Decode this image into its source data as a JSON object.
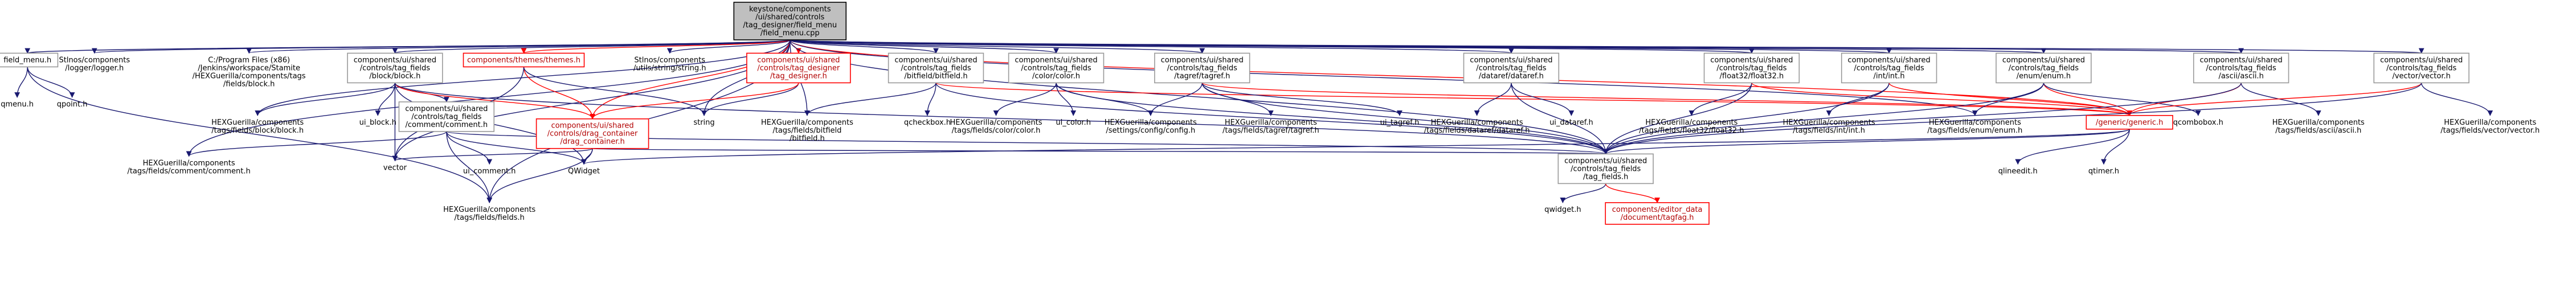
{
  "diagram": {
    "root": "keystone/components/ui/shared/controls/tag_designer/field_menu/field_menu.cpp",
    "nodes": [
      {
        "id": "root",
        "lines": [
          "keystone/components",
          "/ui/shared/controls",
          "/tag_designer/field_menu",
          "/field_menu.cpp"
        ],
        "style": "root"
      },
      {
        "id": "field_menu_h",
        "lines": [
          "field_menu.h"
        ],
        "style": "normal"
      },
      {
        "id": "logger",
        "lines": [
          "Stlnos/components",
          "/logger/logger.h"
        ],
        "style": "plain"
      },
      {
        "id": "cprog_block",
        "lines": [
          "C:/Program Files (x86)",
          "/Jenkins/workspace/Stamite",
          "/HEXGuerilla/components/tags",
          "/fields/block.h"
        ],
        "style": "plain"
      },
      {
        "id": "block_cpp",
        "lines": [
          "components/ui/shared",
          "/controls/tag_fields",
          "/block/block.h"
        ],
        "style": "normal"
      },
      {
        "id": "themes",
        "lines": [
          "components/themes/themes.h"
        ],
        "style": "red"
      },
      {
        "id": "string_util",
        "lines": [
          "Stlnos/components",
          "/utils/string/string.h"
        ],
        "style": "plain"
      },
      {
        "id": "tag_designer",
        "lines": [
          "components/ui/shared",
          "/controls/tag_designer",
          "/tag_designer.h"
        ],
        "style": "red"
      },
      {
        "id": "bitfield",
        "lines": [
          "components/ui/shared",
          "/controls/tag_fields",
          "/bitfield/bitfield.h"
        ],
        "style": "normal"
      },
      {
        "id": "color",
        "lines": [
          "components/ui/shared",
          "/controls/tag_fields",
          "/color/color.h"
        ],
        "style": "normal"
      },
      {
        "id": "tagref",
        "lines": [
          "components/ui/shared",
          "/controls/tag_fields",
          "/tagref/tagref.h"
        ],
        "style": "normal"
      },
      {
        "id": "dataref",
        "lines": [
          "components/ui/shared",
          "/controls/tag_fields",
          "/dataref/dataref.h"
        ],
        "style": "normal"
      },
      {
        "id": "float32",
        "lines": [
          "components/ui/shared",
          "/controls/tag_fields",
          "/float32/float32.h"
        ],
        "style": "normal"
      },
      {
        "id": "int",
        "lines": [
          "components/ui/shared",
          "/controls/tag_fields",
          "/int/int.h"
        ],
        "style": "normal"
      },
      {
        "id": "enum",
        "lines": [
          "components/ui/shared",
          "/controls/tag_fields",
          "/enum/enum.h"
        ],
        "style": "normal"
      },
      {
        "id": "ascii",
        "lines": [
          "components/ui/shared",
          "/controls/tag_fields",
          "/ascii/ascii.h"
        ],
        "style": "normal"
      },
      {
        "id": "vector_ui",
        "lines": [
          "components/ui/shared",
          "/controls/tag_fields",
          "/vector/vector.h"
        ],
        "style": "normal"
      },
      {
        "id": "qmenu",
        "lines": [
          "qmenu.h"
        ],
        "style": "plain"
      },
      {
        "id": "qpoint",
        "lines": [
          "qpoint.h"
        ],
        "style": "plain"
      },
      {
        "id": "hex_block",
        "lines": [
          "HEXGuerilla/components",
          "/tags/fields/block/block.h"
        ],
        "style": "plain"
      },
      {
        "id": "ui_block",
        "lines": [
          "ui_block.h"
        ],
        "style": "plain"
      },
      {
        "id": "comment",
        "lines": [
          "components/ui/shared",
          "/controls/tag_fields",
          "/comment/comment.h"
        ],
        "style": "normal"
      },
      {
        "id": "drag_container",
        "lines": [
          "components/ui/shared",
          "/controls/drag_container",
          "/drag_container.h"
        ],
        "style": "red"
      },
      {
        "id": "string",
        "lines": [
          "string"
        ],
        "style": "plain"
      },
      {
        "id": "hex_bitfield",
        "lines": [
          "HEXGuerilla/components",
          "/tags/fields/bitfield",
          "/bitfield.h"
        ],
        "style": "plain"
      },
      {
        "id": "qcheckbox",
        "lines": [
          "qcheckbox.h"
        ],
        "style": "plain"
      },
      {
        "id": "hex_color",
        "lines": [
          "HEXGuerilla/components",
          "/tags/fields/color/color.h"
        ],
        "style": "plain"
      },
      {
        "id": "ui_color",
        "lines": [
          "ui_color.h"
        ],
        "style": "plain"
      },
      {
        "id": "config",
        "lines": [
          "HEXGuerilla/components",
          "/settings/config/config.h"
        ],
        "style": "plain"
      },
      {
        "id": "hex_tagref",
        "lines": [
          "HEXGuerilla/components",
          "/tags/fields/tagref/tagref.h"
        ],
        "style": "plain"
      },
      {
        "id": "ui_tagref",
        "lines": [
          "ui_tagref.h"
        ],
        "style": "plain"
      },
      {
        "id": "hex_dataref",
        "lines": [
          "HEXGuerilla/components",
          "/tags/fields/dataref/dataref.h"
        ],
        "style": "plain"
      },
      {
        "id": "ui_dataref",
        "lines": [
          "ui_dataref.h"
        ],
        "style": "plain"
      },
      {
        "id": "hex_float32",
        "lines": [
          "HEXGuerilla/components",
          "/tags/fields/float32/float32.h"
        ],
        "style": "plain"
      },
      {
        "id": "hex_int",
        "lines": [
          "HEXGuerilla/components",
          "/tags/fields/int/int.h"
        ],
        "style": "plain"
      },
      {
        "id": "hex_enum",
        "lines": [
          "HEXGuerilla/components",
          "/tags/fields/enum/enum.h"
        ],
        "style": "plain"
      },
      {
        "id": "generic",
        "lines": [
          "/generic/generic.h"
        ],
        "style": "red"
      },
      {
        "id": "qcombobox",
        "lines": [
          "qcombobox.h"
        ],
        "style": "plain"
      },
      {
        "id": "hex_ascii",
        "lines": [
          "HEXGuerilla/components",
          "/tags/fields/ascii/ascii.h"
        ],
        "style": "plain"
      },
      {
        "id": "hex_vector",
        "lines": [
          "HEXGuerilla/components",
          "/tags/fields/vector/vector.h"
        ],
        "style": "plain"
      },
      {
        "id": "hex_comment",
        "lines": [
          "HEXGuerilla/components",
          "/tags/fields/comment/comment.h"
        ],
        "style": "plain"
      },
      {
        "id": "vector",
        "lines": [
          "vector"
        ],
        "style": "plain"
      },
      {
        "id": "ui_comment",
        "lines": [
          "ui_comment.h"
        ],
        "style": "plain"
      },
      {
        "id": "qwidget",
        "lines": [
          "QWidget"
        ],
        "style": "plain"
      },
      {
        "id": "tag_fields",
        "lines": [
          "components/ui/shared",
          "/controls/tag_fields",
          "/tag_fields.h"
        ],
        "style": "normal"
      },
      {
        "id": "qlineedit",
        "lines": [
          "qlineedit.h"
        ],
        "style": "plain"
      },
      {
        "id": "qtimer",
        "lines": [
          "qtimer.h"
        ],
        "style": "plain"
      },
      {
        "id": "hex_fields",
        "lines": [
          "HEXGuerilla/components",
          "/tags/fields/fields.h"
        ],
        "style": "plain"
      },
      {
        "id": "qwidget_h",
        "lines": [
          "qwidget.h"
        ],
        "style": "plain"
      },
      {
        "id": "editor_data",
        "lines": [
          "components/editor_data",
          "/document/tagfag.h"
        ],
        "style": "red"
      }
    ],
    "edges": [
      [
        "root",
        "field_menu_h"
      ],
      [
        "root",
        "logger"
      ],
      [
        "root",
        "cprog_block"
      ],
      [
        "root",
        "block_cpp"
      ],
      [
        "root",
        "themes"
      ],
      [
        "root",
        "string_util"
      ],
      [
        "root",
        "tag_designer"
      ],
      [
        "root",
        "bitfield"
      ],
      [
        "root",
        "color"
      ],
      [
        "root",
        "tagref"
      ],
      [
        "root",
        "dataref"
      ],
      [
        "root",
        "float32"
      ],
      [
        "root",
        "int"
      ],
      [
        "root",
        "enum"
      ],
      [
        "root",
        "ascii"
      ],
      [
        "root",
        "vector_ui"
      ],
      [
        "root",
        "hex_fields"
      ],
      [
        "root",
        "hex_block"
      ],
      [
        "root",
        "vector"
      ],
      [
        "root",
        "hex_comment"
      ],
      [
        "root",
        "tag_fields"
      ],
      [
        "root",
        "generic"
      ],
      [
        "root",
        "hex_enum"
      ],
      [
        "root",
        "drag_container"
      ],
      [
        "root",
        "string"
      ],
      [
        "root",
        "hex_bitfield"
      ],
      [
        "field_menu_h",
        "qmenu"
      ],
      [
        "field_menu_h",
        "qpoint"
      ],
      [
        "field_menu_h",
        "hex_fields"
      ],
      [
        "block_cpp",
        "hex_block"
      ],
      [
        "block_cpp",
        "ui_block"
      ],
      [
        "block_cpp",
        "comment"
      ],
      [
        "block_cpp",
        "drag_container"
      ],
      [
        "block_cpp",
        "vector"
      ],
      [
        "block_cpp",
        "qwidget"
      ],
      [
        "block_cpp",
        "tag_fields"
      ],
      [
        "themes",
        "drag_container"
      ],
      [
        "themes",
        "string"
      ],
      [
        "themes",
        "vector"
      ],
      [
        "tag_designer",
        "string"
      ],
      [
        "tag_designer",
        "drag_container"
      ],
      [
        "bitfield",
        "hex_bitfield"
      ],
      [
        "bitfield",
        "qcheckbox"
      ],
      [
        "bitfield",
        "tag_fields"
      ],
      [
        "bitfield",
        "generic"
      ],
      [
        "color",
        "hex_color"
      ],
      [
        "color",
        "ui_color"
      ],
      [
        "color",
        "config"
      ],
      [
        "color",
        "tag_fields"
      ],
      [
        "tagref",
        "hex_tagref"
      ],
      [
        "tagref",
        "ui_tagref"
      ],
      [
        "tagref",
        "config"
      ],
      [
        "tagref",
        "tag_fields"
      ],
      [
        "tagref",
        "generic"
      ],
      [
        "dataref",
        "hex_dataref"
      ],
      [
        "dataref",
        "ui_dataref"
      ],
      [
        "dataref",
        "tag_fields"
      ],
      [
        "float32",
        "hex_float32"
      ],
      [
        "float32",
        "tag_fields"
      ],
      [
        "float32",
        "generic"
      ],
      [
        "int",
        "hex_int"
      ],
      [
        "int",
        "tag_fields"
      ],
      [
        "int",
        "generic"
      ],
      [
        "enum",
        "hex_enum"
      ],
      [
        "enum",
        "generic"
      ],
      [
        "enum",
        "qcombobox"
      ],
      [
        "enum",
        "tag_fields"
      ],
      [
        "ascii",
        "hex_ascii"
      ],
      [
        "ascii",
        "generic"
      ],
      [
        "ascii",
        "tag_fields"
      ],
      [
        "vector_ui",
        "hex_vector"
      ],
      [
        "vector_ui",
        "generic"
      ],
      [
        "vector_ui",
        "tag_fields"
      ],
      [
        "comment",
        "hex_comment"
      ],
      [
        "comment",
        "ui_comment"
      ],
      [
        "comment",
        "qwidget"
      ],
      [
        "comment",
        "hex_fields"
      ],
      [
        "comment",
        "tag_fields"
      ],
      [
        "drag_container",
        "vector"
      ],
      [
        "drag_container",
        "qwidget"
      ],
      [
        "drag_container",
        "hex_fields"
      ],
      [
        "drag_container",
        "tag_fields"
      ],
      [
        "generic",
        "tag_fields"
      ],
      [
        "generic",
        "qlineedit"
      ],
      [
        "generic",
        "qtimer"
      ],
      [
        "generic",
        "qwidget"
      ],
      [
        "tag_fields",
        "qwidget_h"
      ],
      [
        "tag_fields",
        "editor_data"
      ]
    ]
  }
}
